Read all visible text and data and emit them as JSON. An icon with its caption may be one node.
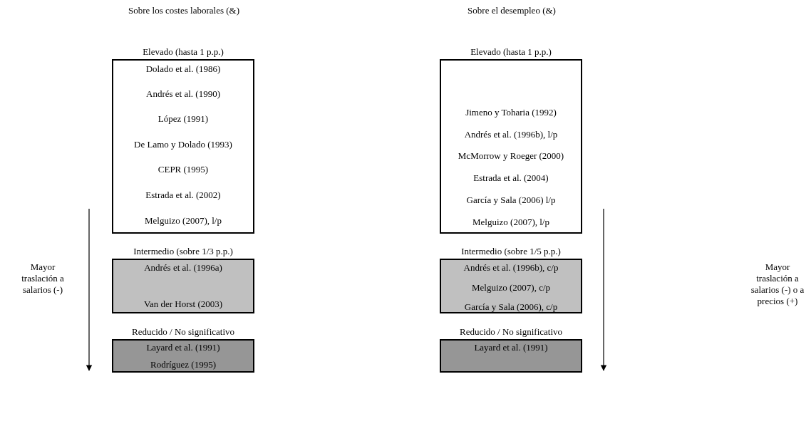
{
  "diagram": {
    "nodes": [
      {
        "text": [
          "Elevado (hasta 1 p.p.)",
          "Dolado et al. (1986)",
          "Andrés et al. (1990)",
          "López (1991)",
          "De Lamo y Dolado (1993)",
          "CEPR (1995)",
          "Estrada et al. (2002)",
          "Melguizo (2007), l/p"
        ]
      },
      {
        "text": [
          "Elevado (hasta 1 p.p.)",
          "Jimeno y Toharia (1992)",
          "Andrés et al. (1996b), l/p",
          "McMorrow y Roeger (2000)",
          "Estrada et al. (2004)",
          "García y Sala (2006) l/p",
          "Melguizo (2007), l/p"
        ]
      },
      {
        "text": [
          "Intermedio (sobre 1/3 p.p.)",
          "Andrés et al. (1996a)",
          "Van der Horst (2003)"
        ]
      },
      {
        "text": [
          "Intermedio (sobre 1/5 p.p.)",
          "Andrés et al. (1996b), c/p",
          "Melguizo (2007), c/p",
          "García y Sala (2006), c/p"
        ]
      },
      {
        "text": [
          "Reducido / No significativo",
          "Layard et al. (1991)",
          "Rodríguez (1995)"
        ]
      },
      {
        "text": [
          "Reducido / No significativo",
          "Layard et al. (1991)"
        ]
      }
    ],
    "edges": [],
    "labels": [
      "Sobre los costes laborales (&)",
      "Sobre el desempleo (&)",
      "Mayor traslación a salarios (-)",
      "Mayor traslación a salarios (-) o a precios (+)"
    ]
  }
}
